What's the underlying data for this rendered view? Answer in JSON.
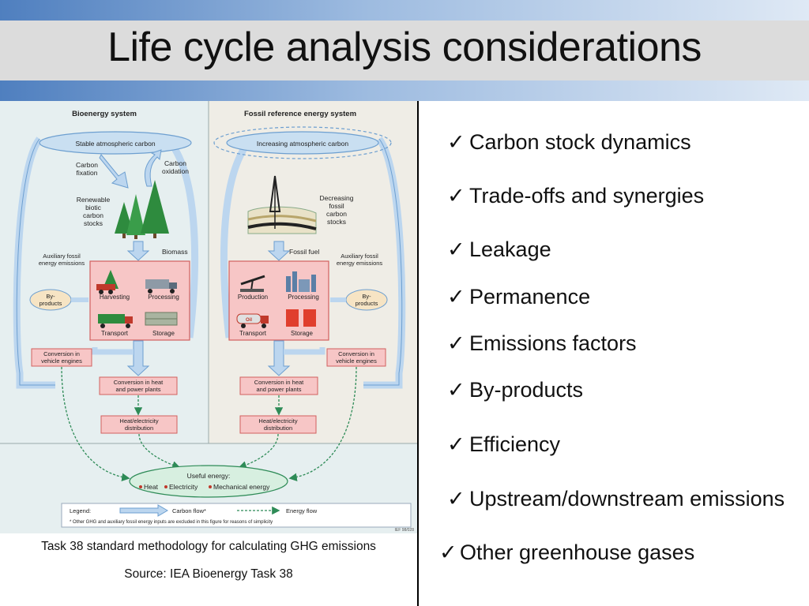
{
  "slide": {
    "title": "Life cycle analysis considerations",
    "caption": "Task 38 standard methodology for calculating GHG emissions",
    "source": "Source: IEA Bioenergy Task 38",
    "check_symbol": "✓"
  },
  "checklist": [
    "Carbon stock dynamics",
    "Trade-offs and synergies",
    "Leakage",
    "Permanence",
    "Emissions factors",
    "By-products",
    "Efficiency",
    "Upstream/downstream emissions",
    "Other greenhouse gases"
  ],
  "diagram": {
    "bio_title": "Bioenergy system",
    "fossil_title": "Fossil reference energy system",
    "stable_carbon": "Stable atmospheric carbon",
    "increasing_carbon": "Increasing atmospheric carbon",
    "carbon_fixation": [
      "Carbon",
      "fixation"
    ],
    "carbon_oxidation": [
      "Carbon",
      "oxidation"
    ],
    "renewable_stocks": [
      "Renewable",
      "biotic",
      "carbon",
      "stocks"
    ],
    "decreasing_stocks": [
      "Decreasing",
      "fossil",
      "carbon",
      "stocks"
    ],
    "biomass": "Biomass",
    "fossil_fuel": "Fossil fuel",
    "aux_emissions": [
      "Auxiliary fossil",
      "energy emissions"
    ],
    "byproducts": [
      "By-",
      "products"
    ],
    "harvesting": "Harvesting",
    "processing": "Processing",
    "transport": "Transport",
    "storage": "Storage",
    "production": "Production",
    "oil_label": "Oil",
    "conv_vehicle": [
      "Conversion in",
      "vehicle engines"
    ],
    "conv_heat": [
      "Conversion in heat",
      "and power plants"
    ],
    "heat_dist": [
      "Heat/electricity",
      "distribution"
    ],
    "useful_energy": "Useful energy:",
    "energy_items": [
      "Heat",
      "Electricity",
      "Mechanical energy"
    ],
    "legend_label": "Legend:",
    "carbon_flow": "Carbon flow*",
    "energy_flow": "Energy flow",
    "footnote": "* Other GHG and auxiliary fossil energy inputs are excluded in this figure for reasons of simplicity",
    "ref_code": "IEF 98/028"
  },
  "colors": {
    "panel_bg": "#e6eff0",
    "right_panel_bg": "#efede6",
    "pink_box": "#f7c6c6",
    "pink_border": "#d2605e",
    "ellipse_fill": "#c9dff1",
    "ellipse_stroke": "#6d9fd0",
    "arrow_fill": "#bcd6ef",
    "green_dash": "#2e8b57",
    "useful_fill": "#d7efe0"
  }
}
